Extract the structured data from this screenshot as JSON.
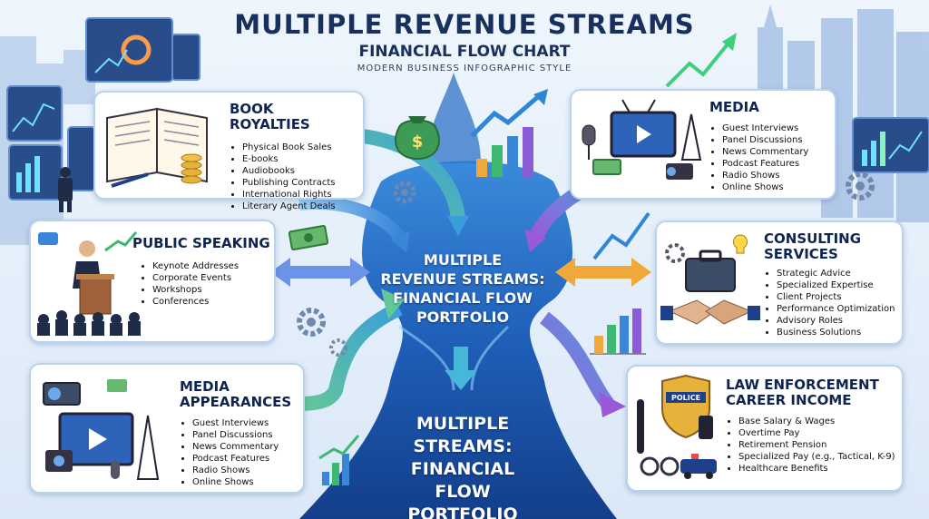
{
  "header": {
    "title": "MULTIPLE REVENUE STREAMS",
    "subtitle": "FINANCIAL FLOW CHART",
    "tagline": "MODERN BUSINESS INFOGRAPHIC STYLE"
  },
  "cards": {
    "book_royalties": {
      "title": "BOOK ROYALTIES",
      "items": [
        "Physical Book Sales",
        "E-books",
        "Audiobooks",
        "Publishing Contracts",
        "International Rights",
        "Literary Agent Deals"
      ]
    },
    "media": {
      "title": "MEDIA",
      "items": [
        "Guest Interviews",
        "Panel Discussions",
        "News Commentary",
        "Podcast Features",
        "Radio Shows",
        "Online Shows"
      ]
    },
    "public_speaking": {
      "title": "PUBLIC SPEAKING",
      "items": [
        "Keynote Addresses",
        "Corporate Events",
        "Workshops",
        "Conferences"
      ]
    },
    "consulting": {
      "title": "CONSULTING",
      "title2": "SERVICES",
      "items": [
        "Strategic Advice",
        "Specialized Expertise",
        "Client Projects",
        "Performance Optimization",
        "Advisory Roles",
        "Business Solutions"
      ]
    },
    "media_appearances": {
      "title": "MEDIA",
      "title2": "APPEARANCES",
      "items": [
        "Guest Interviews",
        "Panel Discussions",
        "News Commentary",
        "Podcast Features",
        "Radio Shows",
        "Online Shows"
      ]
    },
    "law_enforcement": {
      "title": "LAW ENFORCEMENT",
      "title2": "CAREER INCOME",
      "items": [
        "Base Salary & Wages",
        "Overtime Pay",
        "Retirement Pension",
        "Specialized Pay (e.g., Tactical, K-9)",
        "Healthcare Benefits"
      ]
    }
  },
  "center": {
    "line1": "MULTIPLE",
    "line2": "REVENUE STREAMS:",
    "line3": "FINANCIAL FLOW",
    "line4": "PORTFOLIO"
  },
  "bottom": {
    "line1": "MULTIPLE",
    "line2": "STREAMS:",
    "line3": "FINANCIAL FLOW",
    "line4": "PORTFOLIO"
  },
  "icons": {
    "money_bag_symbol": "$",
    "police_badge_text": "POLICE"
  },
  "colors": {
    "navy": "#0f2550",
    "river": "#1e5fb5",
    "green": "#5cc88a",
    "purple": "#8a5cd6",
    "orange": "#f0a83a"
  }
}
